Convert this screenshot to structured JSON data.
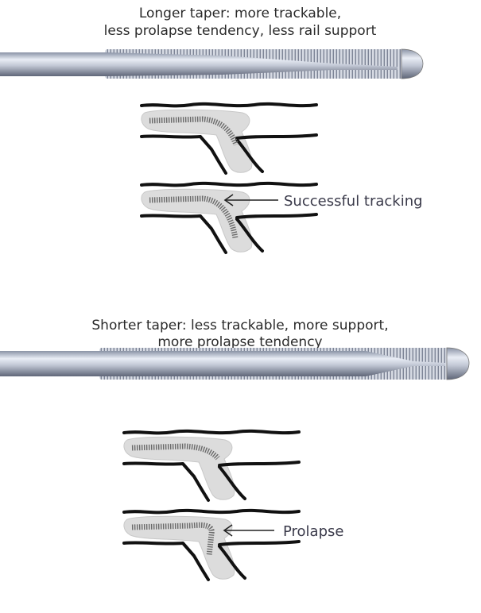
{
  "sections": [
    {
      "caption_line1": "Longer taper: more trackable,",
      "caption_line2": "less prolapse tendency, less rail support",
      "annotation": "Successful tracking"
    },
    {
      "caption_line1": "Shorter taper: less trackable, more support,",
      "caption_line2": "more prolapse tendency",
      "annotation": "Prolapse"
    }
  ]
}
